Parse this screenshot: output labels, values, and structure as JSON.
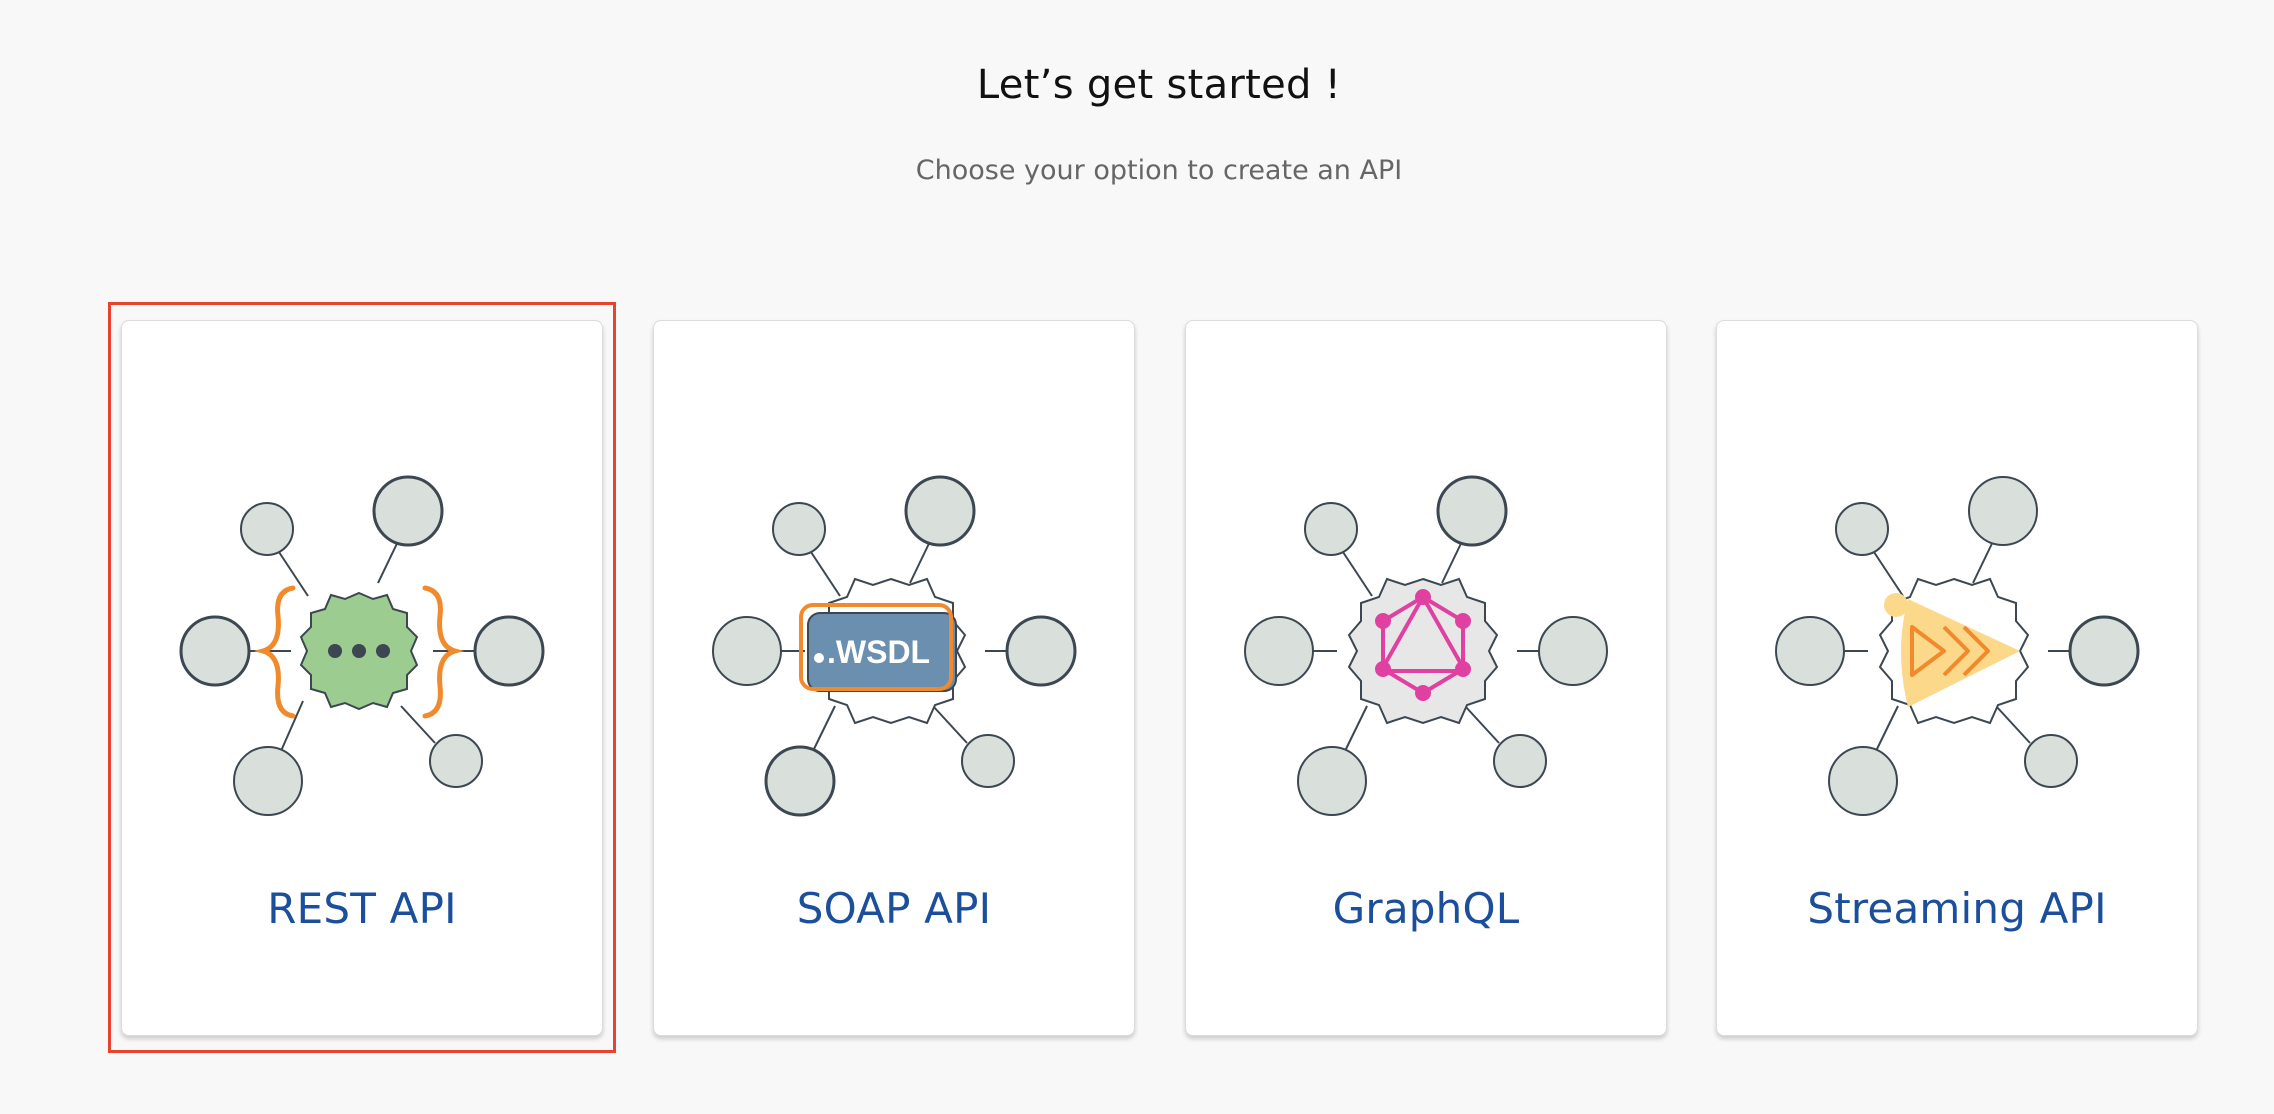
{
  "header": {
    "title": "Let’s get started !",
    "subtitle": "Choose your option to create an API"
  },
  "options": [
    {
      "label": "REST API",
      "icon": "rest-api-icon",
      "selected": true
    },
    {
      "label": "SOAP API",
      "icon": "soap-wsdl-icon",
      "selected": false,
      "badge": ".WSDL"
    },
    {
      "label": "GraphQL",
      "icon": "graphql-icon",
      "selected": false
    },
    {
      "label": "Streaming API",
      "icon": "streaming-api-icon",
      "selected": false
    }
  ],
  "colors": {
    "background": "#f8f8f8",
    "label": "#1b4f9c",
    "selection": "#e8432e",
    "rest_gear": "#9ccc8f",
    "rest_braces": "#f08a2c",
    "wsdl_badge": "#6b8fae",
    "graphql": "#e040a0",
    "streaming": "#fcd98a",
    "node_fill": "#d9e0dc",
    "node_stroke": "#3c4752"
  }
}
